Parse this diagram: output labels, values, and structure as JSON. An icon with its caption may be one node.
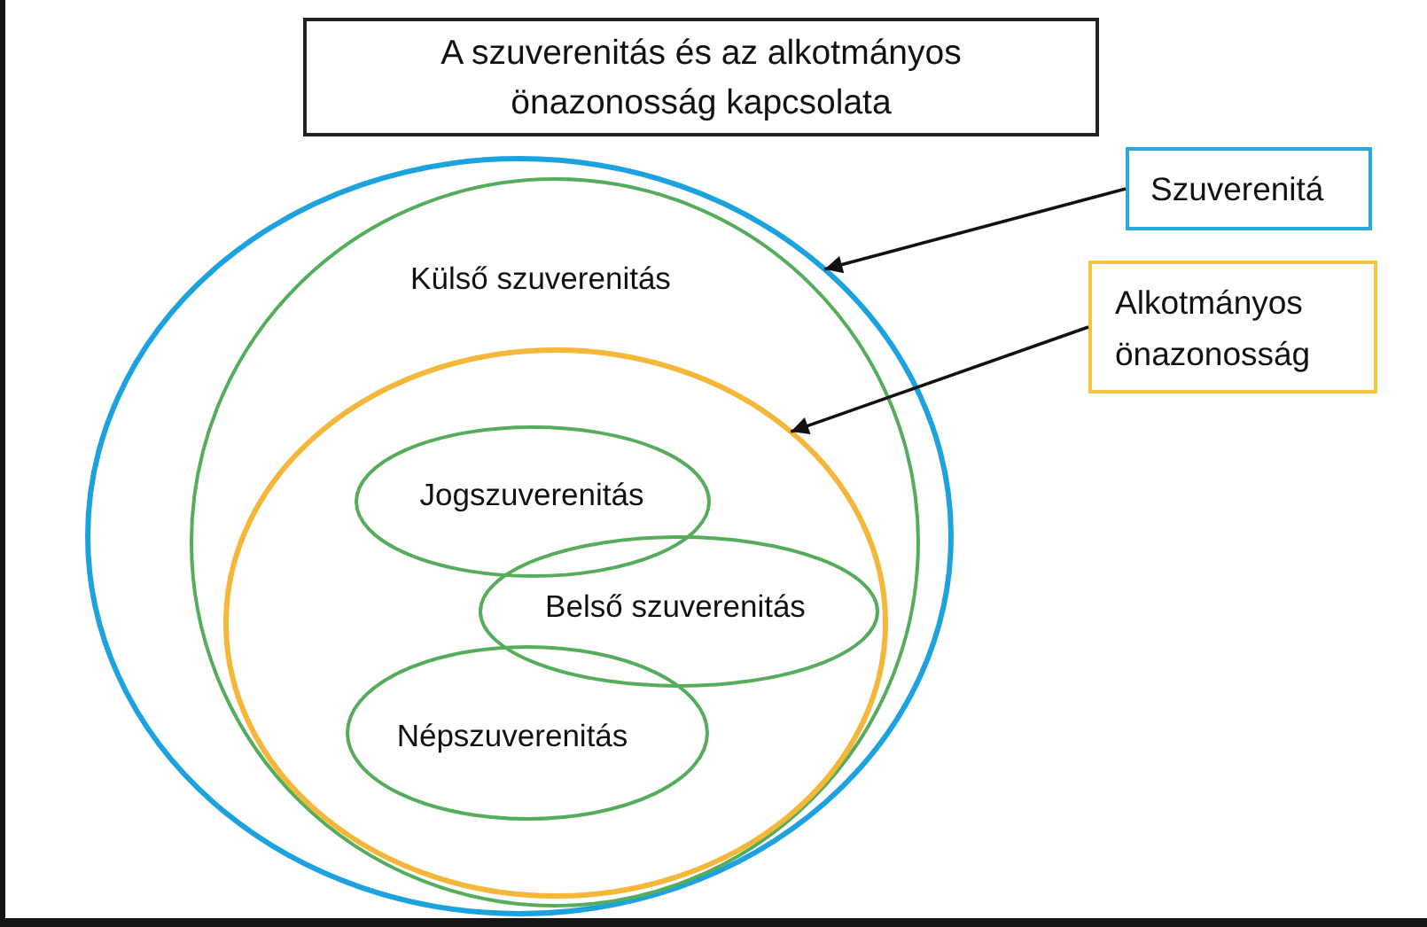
{
  "diagram": {
    "title": "A szuverenitás és az alkotmányos önazonosság kapcsolata",
    "nodes": [
      {
        "text": [],
        "shape": "circle"
      },
      {
        "text": [
          "Külső szuverenitás"
        ],
        "in": 0
      },
      {
        "text": [],
        "shape": "circle",
        "in": 1
      },
      {
        "text": [
          "Jogszuverenitás"
        ],
        "in": 2
      },
      {
        "text": [
          "Belső szuverenitás"
        ],
        "in": 2
      },
      {
        "text": [
          "Népszuverenitás"
        ],
        "in": 2
      },
      {
        "text": [
          "Szuverenitá"
        ]
      },
      {
        "text": [
          "Alkotmányos önazonosság"
        ]
      }
    ],
    "edges": [
      {
        "from": 6,
        "to": 0,
        "arrow": "to"
      },
      {
        "from": 7,
        "to": 2,
        "arrow": "to"
      }
    ]
  }
}
